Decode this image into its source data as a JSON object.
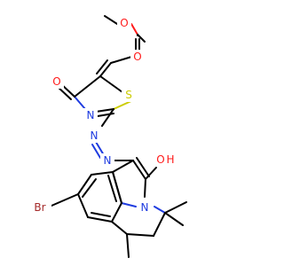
{
  "atoms": [
    {
      "id": "ester-o-methyl",
      "label": "O",
      "color": "#ff1a1a"
    },
    {
      "id": "ester-o-carbonyl",
      "label": "O",
      "color": "#ff1a1a"
    },
    {
      "id": "thiazole-s",
      "label": "S",
      "color": "#cccc00"
    },
    {
      "id": "keto-o",
      "label": "O",
      "color": "#ff1a1a"
    },
    {
      "id": "thiazole-n",
      "label": "N",
      "color": "#1f3ce0"
    },
    {
      "id": "azo-n1",
      "label": "N",
      "color": "#1f3ce0"
    },
    {
      "id": "azo-n2",
      "label": "N",
      "color": "#1f3ce0"
    },
    {
      "id": "hydroxy-o",
      "label": "O",
      "color": "#ff1a1a"
    },
    {
      "id": "hydroxy-h",
      "label": "H",
      "color": "#ff1a1a"
    },
    {
      "id": "ring-n",
      "label": "N",
      "color": "#1f3ce0"
    },
    {
      "id": "bromine",
      "label": "Br",
      "color": "#a52a2a"
    }
  ]
}
